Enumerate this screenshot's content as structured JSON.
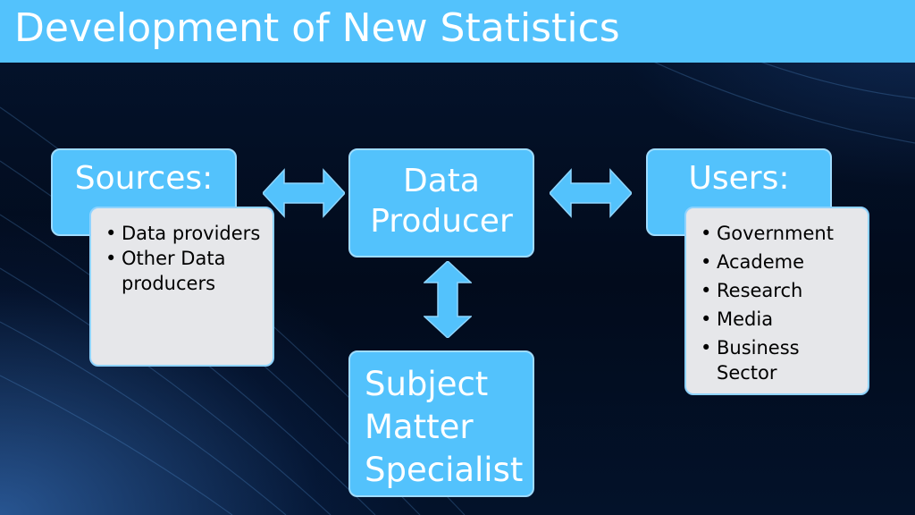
{
  "title": "Development of New Statistics",
  "sources": {
    "heading": "Sources:",
    "items": [
      "Data providers",
      "Other Data producers"
    ]
  },
  "producer": {
    "line1": "Data",
    "line2": "Producer"
  },
  "users": {
    "heading": "Users:",
    "items": [
      "Government",
      "Academe",
      "Research",
      "Media",
      "Business Sector"
    ]
  },
  "specialist": {
    "line1": "Subject",
    "line2": "Matter",
    "line3": "Specialist"
  },
  "colors": {
    "accent": "#53c2fc",
    "panel": "#e6e7ea",
    "background": "#020b1c"
  }
}
